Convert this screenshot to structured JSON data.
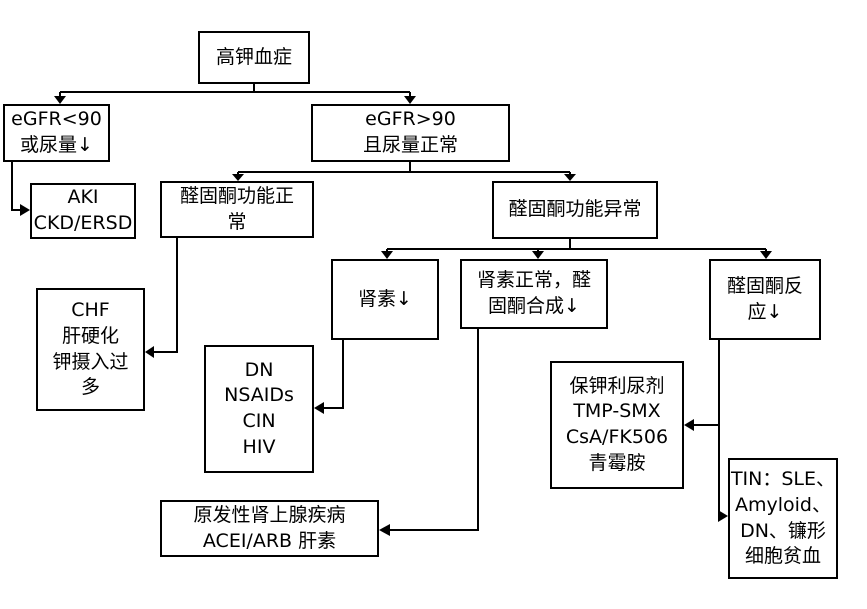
{
  "nodes": {
    "root": {
      "lines": [
        "高钾血症"
      ]
    },
    "egfr_low": {
      "lines": [
        "eGFR<90",
        "或尿量↓"
      ]
    },
    "egfr_high": {
      "lines": [
        "eGFR>90",
        "且尿量正常"
      ]
    },
    "aki": {
      "lines": [
        "AKI",
        "CKD/ERSD"
      ]
    },
    "ald_normal": {
      "lines": [
        "醛固酮功能正",
        "常"
      ]
    },
    "ald_abnormal": {
      "lines": [
        "醛固酮功能异常"
      ]
    },
    "chf": {
      "lines": [
        "CHF",
        "肝硬化",
        "钾摄入过",
        "多"
      ]
    },
    "renin_low": {
      "lines": [
        "肾素↓"
      ]
    },
    "renin_normal": {
      "lines": [
        "肾素正常，醛",
        "固酮合成↓"
      ]
    },
    "ald_resp": {
      "lines": [
        "醛固酮反",
        "应↓"
      ]
    },
    "dn": {
      "lines": [
        "DN",
        "NSAIDs",
        "CIN",
        "HIV"
      ]
    },
    "diuretic": {
      "lines": [
        "保钾利尿剂",
        "TMP-SMX",
        "CsA/FK506",
        "青霉胺"
      ]
    },
    "adrenal": {
      "lines": [
        "原发性肾上腺疾病",
        "ACEI/ARB 肝素"
      ]
    },
    "tin": {
      "lines": [
        "TIN：SLE、",
        "Amyloid、",
        "DN、镰形",
        "细胞贫血"
      ]
    }
  }
}
